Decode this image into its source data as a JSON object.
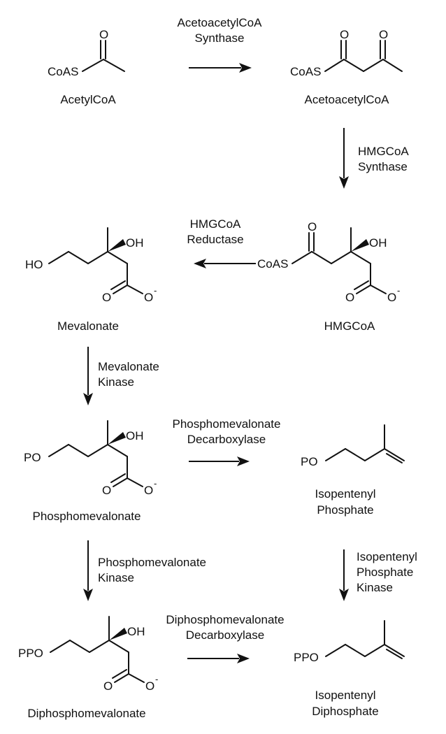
{
  "compounds": {
    "acetylcoa": {
      "name": "AcetylCoA",
      "coas": "CoAS",
      "o": "O"
    },
    "acetoacetylcoa": {
      "name": "AcetoacetylCoA",
      "coas": "CoAS",
      "o1": "O",
      "o2": "O"
    },
    "hmgcoa": {
      "name": "HMGCoA",
      "coas": "CoAS",
      "o_ket": "O",
      "oh": "OH",
      "o_carb": "O",
      "o_minus": "O",
      "charge": "-"
    },
    "mevalonate": {
      "name": "Mevalonate",
      "ho": "HO",
      "oh": "OH",
      "o_carb": "O",
      "o_minus": "O",
      "charge": "-"
    },
    "phosphomevalonate": {
      "name": "Phosphomevalonate",
      "po": "PO",
      "oh": "OH",
      "o_carb": "O",
      "o_minus": "O",
      "charge": "-"
    },
    "isopentenyl_phosphate": {
      "name_line1": "Isopentenyl",
      "name_line2": "Phosphate",
      "po": "PO"
    },
    "diphosphomevalonate": {
      "name": "Diphosphomevalonate",
      "ppo": "PPO",
      "oh": "OH",
      "o_carb": "O",
      "o_minus": "O",
      "charge": "-"
    },
    "isopentenyl_diphosphate": {
      "name_line1": "Isopentenyl",
      "name_line2": "Diphosphate",
      "ppo": "PPO"
    }
  },
  "enzymes": {
    "acetoacetylcoa_synthase": {
      "line1": "AcetoacetylCoA",
      "line2": "Synthase"
    },
    "hmgcoa_synthase": {
      "line1": "HMGCoA",
      "line2": "Synthase"
    },
    "hmgcoa_reductase": {
      "line1": "HMGCoA",
      "line2": "Reductase"
    },
    "mevalonate_kinase": {
      "line1": "Mevalonate",
      "line2": "Kinase"
    },
    "phosphomevalonate_decarboxylase": {
      "line1": "Phosphomevalonate",
      "line2": "Decarboxylase"
    },
    "phosphomevalonate_kinase": {
      "line1": "Phosphomevalonate",
      "line2": "Kinase"
    },
    "isopentenyl_phosphate_kinase": {
      "line1": "Isopentenyl",
      "line2": "Phosphate",
      "line3": "Kinase"
    },
    "diphosphomevalonate_decarboxylase": {
      "line1": "Diphosphomevalonate",
      "line2": "Decarboxylase"
    }
  }
}
